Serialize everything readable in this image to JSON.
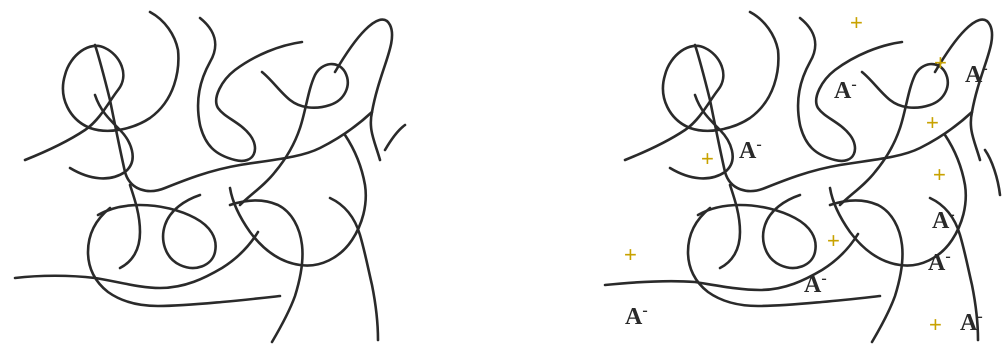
{
  "panels": [
    {
      "name": "neutral-network",
      "ions": []
    },
    {
      "name": "charged-network",
      "ions": [
        {
          "type": "cation",
          "symbol": "+"
        },
        {
          "type": "cation",
          "symbol": "+"
        },
        {
          "type": "anion",
          "symbol": "A",
          "charge": "-"
        },
        {
          "type": "anion",
          "symbol": "A",
          "charge": "-"
        },
        {
          "type": "cation",
          "symbol": "+"
        },
        {
          "type": "anion",
          "symbol": "A",
          "charge": "-"
        },
        {
          "type": "cation",
          "symbol": "+"
        },
        {
          "type": "cation",
          "symbol": "+"
        },
        {
          "type": "anion",
          "symbol": "A",
          "charge": "-"
        },
        {
          "type": "cation",
          "symbol": "+"
        },
        {
          "type": "anion",
          "symbol": "A",
          "charge": "-"
        },
        {
          "type": "anion",
          "symbol": "A",
          "charge": "-"
        },
        {
          "type": "cation",
          "symbol": "+"
        },
        {
          "type": "anion",
          "symbol": "A",
          "charge": "-"
        },
        {
          "type": "cation",
          "symbol": "+"
        },
        {
          "type": "anion",
          "symbol": "A",
          "charge": "-"
        }
      ]
    }
  ],
  "colors": {
    "chain": "#2a2a2a",
    "anion": "#2a2a2a",
    "cation": "#c8a200"
  }
}
